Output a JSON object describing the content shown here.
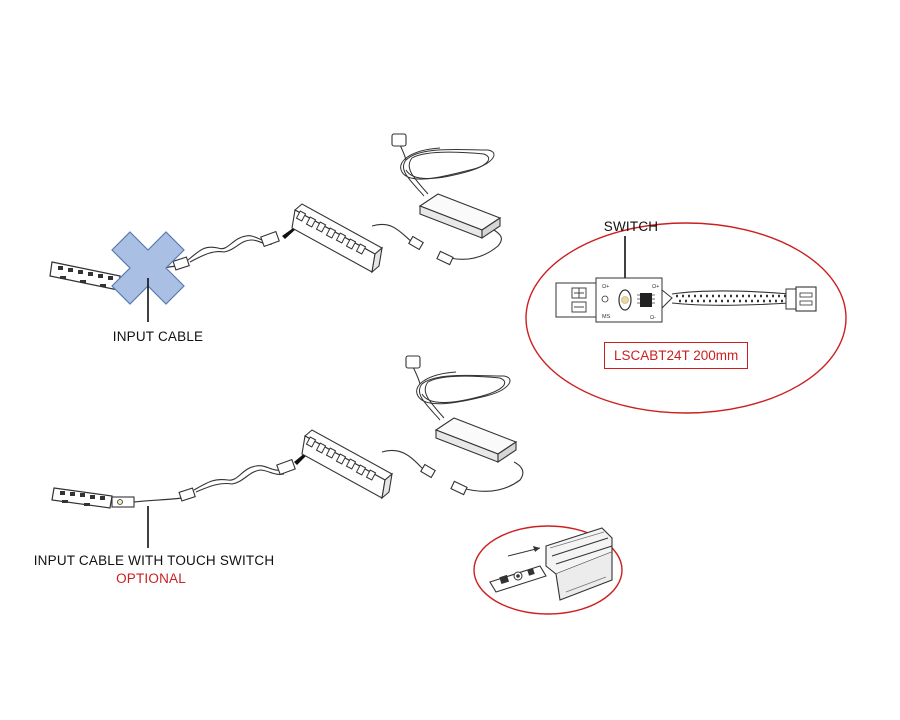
{
  "labels": {
    "input_cable": "INPUT CABLE",
    "input_cable_touch_switch": "INPUT CABLE WITH TOUCH SWITCH",
    "optional": "OPTIONAL",
    "switch": "SWITCH",
    "product_code": "LSCABT24T 200mm"
  },
  "pcb_markings": {
    "positive_left": "Ω+",
    "positive_right": "Ω+",
    "negative": "Ω-",
    "ms": "MS"
  },
  "colors": {
    "callout_red": "#cc1f1f",
    "cross_fill": "#a9bfe3",
    "cross_stroke": "#5a7bb5",
    "line_art": "#333333"
  },
  "icons": {
    "prohibited_mark": "cross-icon",
    "direction_arrow": "arrow-icon"
  }
}
